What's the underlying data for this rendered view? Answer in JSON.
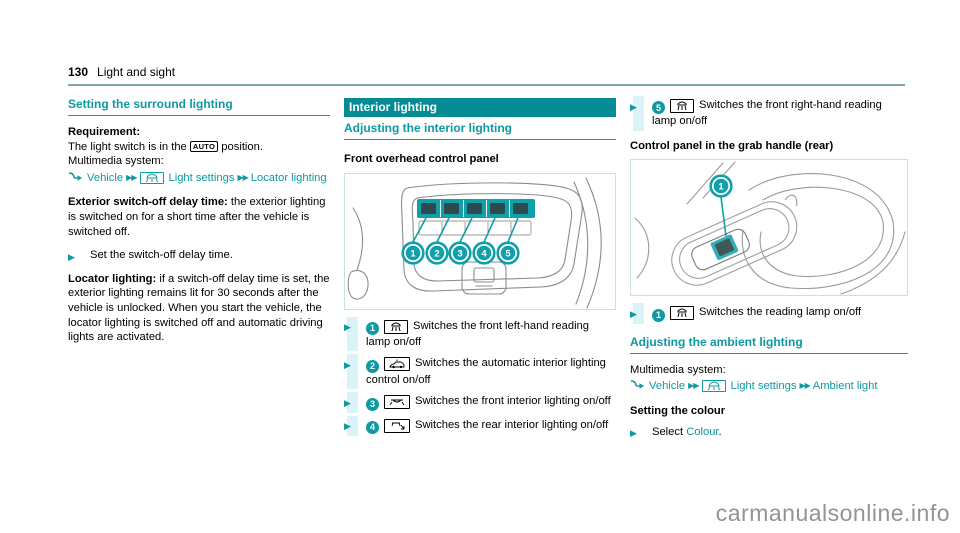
{
  "header": {
    "page_number": "130",
    "title": "Light and sight"
  },
  "symbols": {
    "action_arrow": "▶",
    "menu_sep": "▶▶"
  },
  "colors": {
    "accent_teal": "#0d99a2",
    "banner_teal": "#058b93",
    "badge_teal": "#0d9aa3",
    "change_bar_cyan": "#d9f3f7",
    "figure_border": "#c8e1e4"
  },
  "surround": {
    "heading": "Setting the surround lighting",
    "requirement_label": "Requirement:",
    "light_switch_pre": "The light switch is in the",
    "auto_badge": "AUTO",
    "light_switch_post": "position.",
    "multimedia_label": "Multimedia system:",
    "menu": {
      "item1": "Vehicle",
      "item2": "Light settings",
      "item3": "Locator lighting"
    },
    "exterior_lead": "Exterior switch-off delay time:",
    "exterior_rest": "the exterior lighting is switched on for a short time after the vehicle is switched off.",
    "action_set_delay": "Set the switch-off delay time.",
    "locator_lead": "Locator lighting:",
    "locator_rest": "if a switch-off delay time is set, the exterior lighting remains lit for 30 seconds after the vehicle is unlocked. When you start the vehicle, the locator lighting is switched off and automatic driving lights are activated."
  },
  "interior": {
    "banner": "Interior lighting",
    "heading": "Adjusting the interior lighting",
    "panel_caption": "Front overhead control panel",
    "figure_callouts": [
      "1",
      "2",
      "3",
      "4",
      "5"
    ],
    "bullets": [
      {
        "num": "1",
        "icon": "reading-lamp-icon",
        "text": "Switches the front left-hand reading lamp on/off"
      },
      {
        "num": "2",
        "icon": "auto-interior-lighting-icon",
        "text": "Switches the automatic interior lighting control on/off"
      },
      {
        "num": "3",
        "icon": "front-interior-lighting-icon",
        "text": "Switches the front interior lighting on/off"
      },
      {
        "num": "4",
        "icon": "rear-interior-lighting-icon",
        "text": "Switches the rear interior lighting on/off"
      }
    ]
  },
  "right": {
    "bullet5": {
      "num": "5",
      "icon": "reading-lamp-icon",
      "text": "Switches the front right-hand reading lamp on/off"
    },
    "grab_caption": "Control panel in the grab handle (rear)",
    "grab_callout": "1",
    "grab_bullet": {
      "num": "1",
      "icon": "reading-lamp-icon",
      "text": "Switches the reading lamp on/off"
    },
    "ambient_heading": "Adjusting the ambient lighting",
    "multimedia_label": "Multimedia system:",
    "menu": {
      "item1": "Vehicle",
      "item2": "Light settings",
      "item3": "Ambient light"
    },
    "colour_caption": "Setting the colour",
    "select_pre": "Select",
    "select_link": "Colour",
    "select_post": "."
  },
  "watermark": "carmanualsonline.info"
}
